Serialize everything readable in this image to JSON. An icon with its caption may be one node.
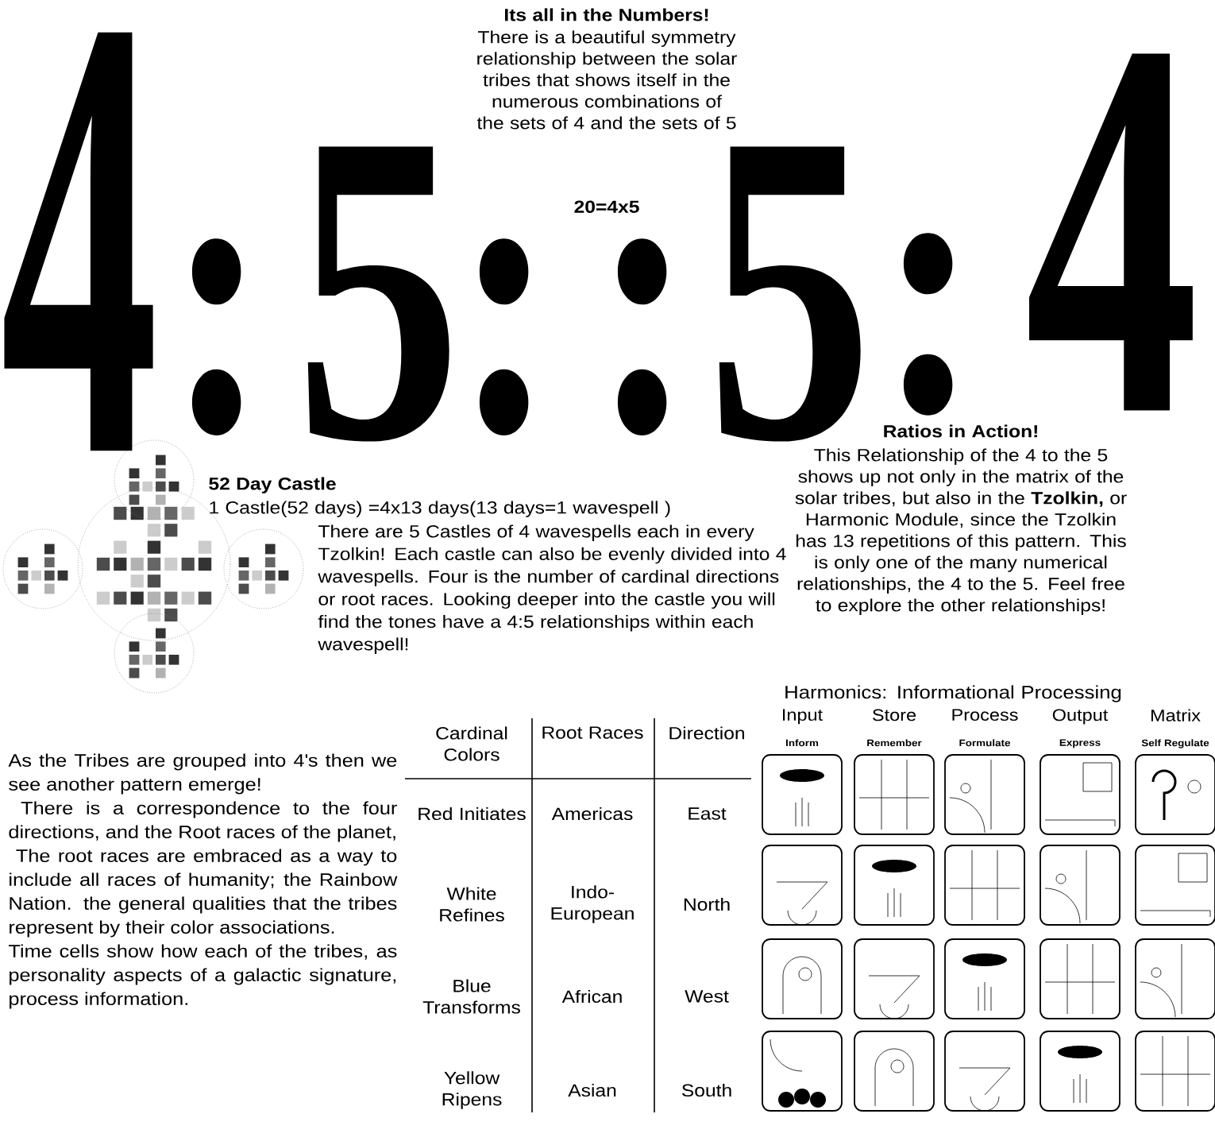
{
  "diagram": {
    "labels": [
      "Its all in the Numbers!",
      "There is a beautiful symmetry relationship between the solar tribes that shows itself in the numerous combinations of the sets of 4 and the sets of 5",
      "20=4x5",
      "4",
      ":",
      "5",
      ":",
      ":",
      "5",
      ":",
      "4",
      "Ratios in Action!",
      "This Relationship of the 4 to the 5 shows up not only in the matrix of the solar tribes, but also in the **Tzolkin,** or Harmonic Module, since the Tzolkin has 13 repetitions of this pattern. This is only one of the many numerical relationships, the 4 to the 5. Feel free to explore the other relationships!",
      "52 Day Castle",
      "1 Castle(52 days) =4x13 days(13 days=1 wavespell )",
      "There are 5 Castles of 4 wavespells each in every Tzolkin!  Each castle can also be evenly divided into 4 wavespells. Four is the number of cardinal directions or root races. Looking deeper into the castle you will find the tones have a 4:5 relationships within each wavespell!",
      "As the Tribes are grouped into 4's then we see another pattern emerge!",
      "There is a correspondence to the four directions, and the Root races of the planet,",
      "The root races are embraced as a way to include all races of humanity; the Rainbow Nation. the general qualities that the tribes represent by their color associations.",
      "Time cells show how each of the tribes, as personality aspects of a galactic signature, process information.",
      "Cardinal Colors",
      "Root Races",
      "Direction",
      "Red Initiates",
      "Americas",
      "East",
      "White Refines",
      "Indo-European",
      "North",
      "Blue Transforms",
      "African",
      "West",
      "Yellow Ripens",
      "Asian",
      "South",
      "Harmonics: Informational Processing",
      "Input",
      "Store",
      "Process",
      "Output",
      "Matrix",
      "Inform",
      "Remember",
      "Formulate",
      "Express",
      "Self Regulate"
    ]
  }
}
